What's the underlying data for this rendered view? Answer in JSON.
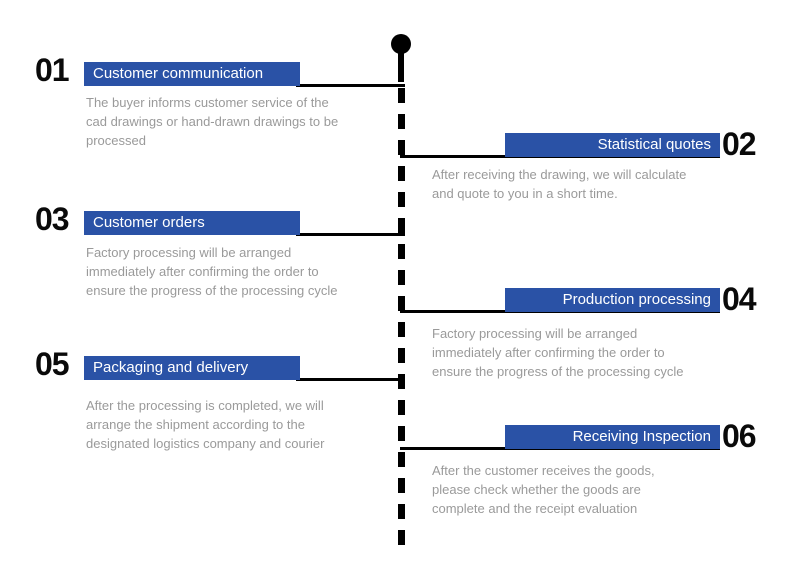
{
  "colors": {
    "accent_blue": "#2a52a6",
    "number_black": "#0a0a0a",
    "description_gray": "#9a9a9a",
    "line_black": "#000000",
    "background": "#ffffff"
  },
  "timeline": {
    "start_marker": "filled-circle",
    "line_style": "dashed-vertical"
  },
  "steps": [
    {
      "number": "01",
      "side": "left",
      "label": "Customer communication",
      "desc_lines": [
        "The buyer informs customer service of the",
        "cad drawings or hand-drawn drawings to be",
        "processed"
      ]
    },
    {
      "number": "02",
      "side": "right",
      "label": "Statistical quotes",
      "desc_lines": [
        "After receiving the drawing, we will calculate",
        "and quote to you in a short time."
      ]
    },
    {
      "number": "03",
      "side": "left",
      "label": "Customer orders",
      "desc_lines": [
        "Factory processing will be arranged",
        "immediately after confirming the order to",
        "ensure the progress of the processing cycle"
      ]
    },
    {
      "number": "04",
      "side": "right",
      "label": "Production processing",
      "desc_lines": [
        "Factory processing will be arranged",
        "immediately after confirming the order to",
        "ensure the progress of the processing cycle"
      ]
    },
    {
      "number": "05",
      "side": "left",
      "label": "Packaging and delivery",
      "desc_lines": [
        "After the processing is completed, we will",
        "arrange the shipment according to the",
        "designated logistics company and courier"
      ]
    },
    {
      "number": "06",
      "side": "right",
      "label": "Receiving Inspection",
      "desc_lines": [
        "After the customer receives the goods,",
        "please check whether the goods are",
        "complete and the receipt evaluation"
      ]
    }
  ]
}
